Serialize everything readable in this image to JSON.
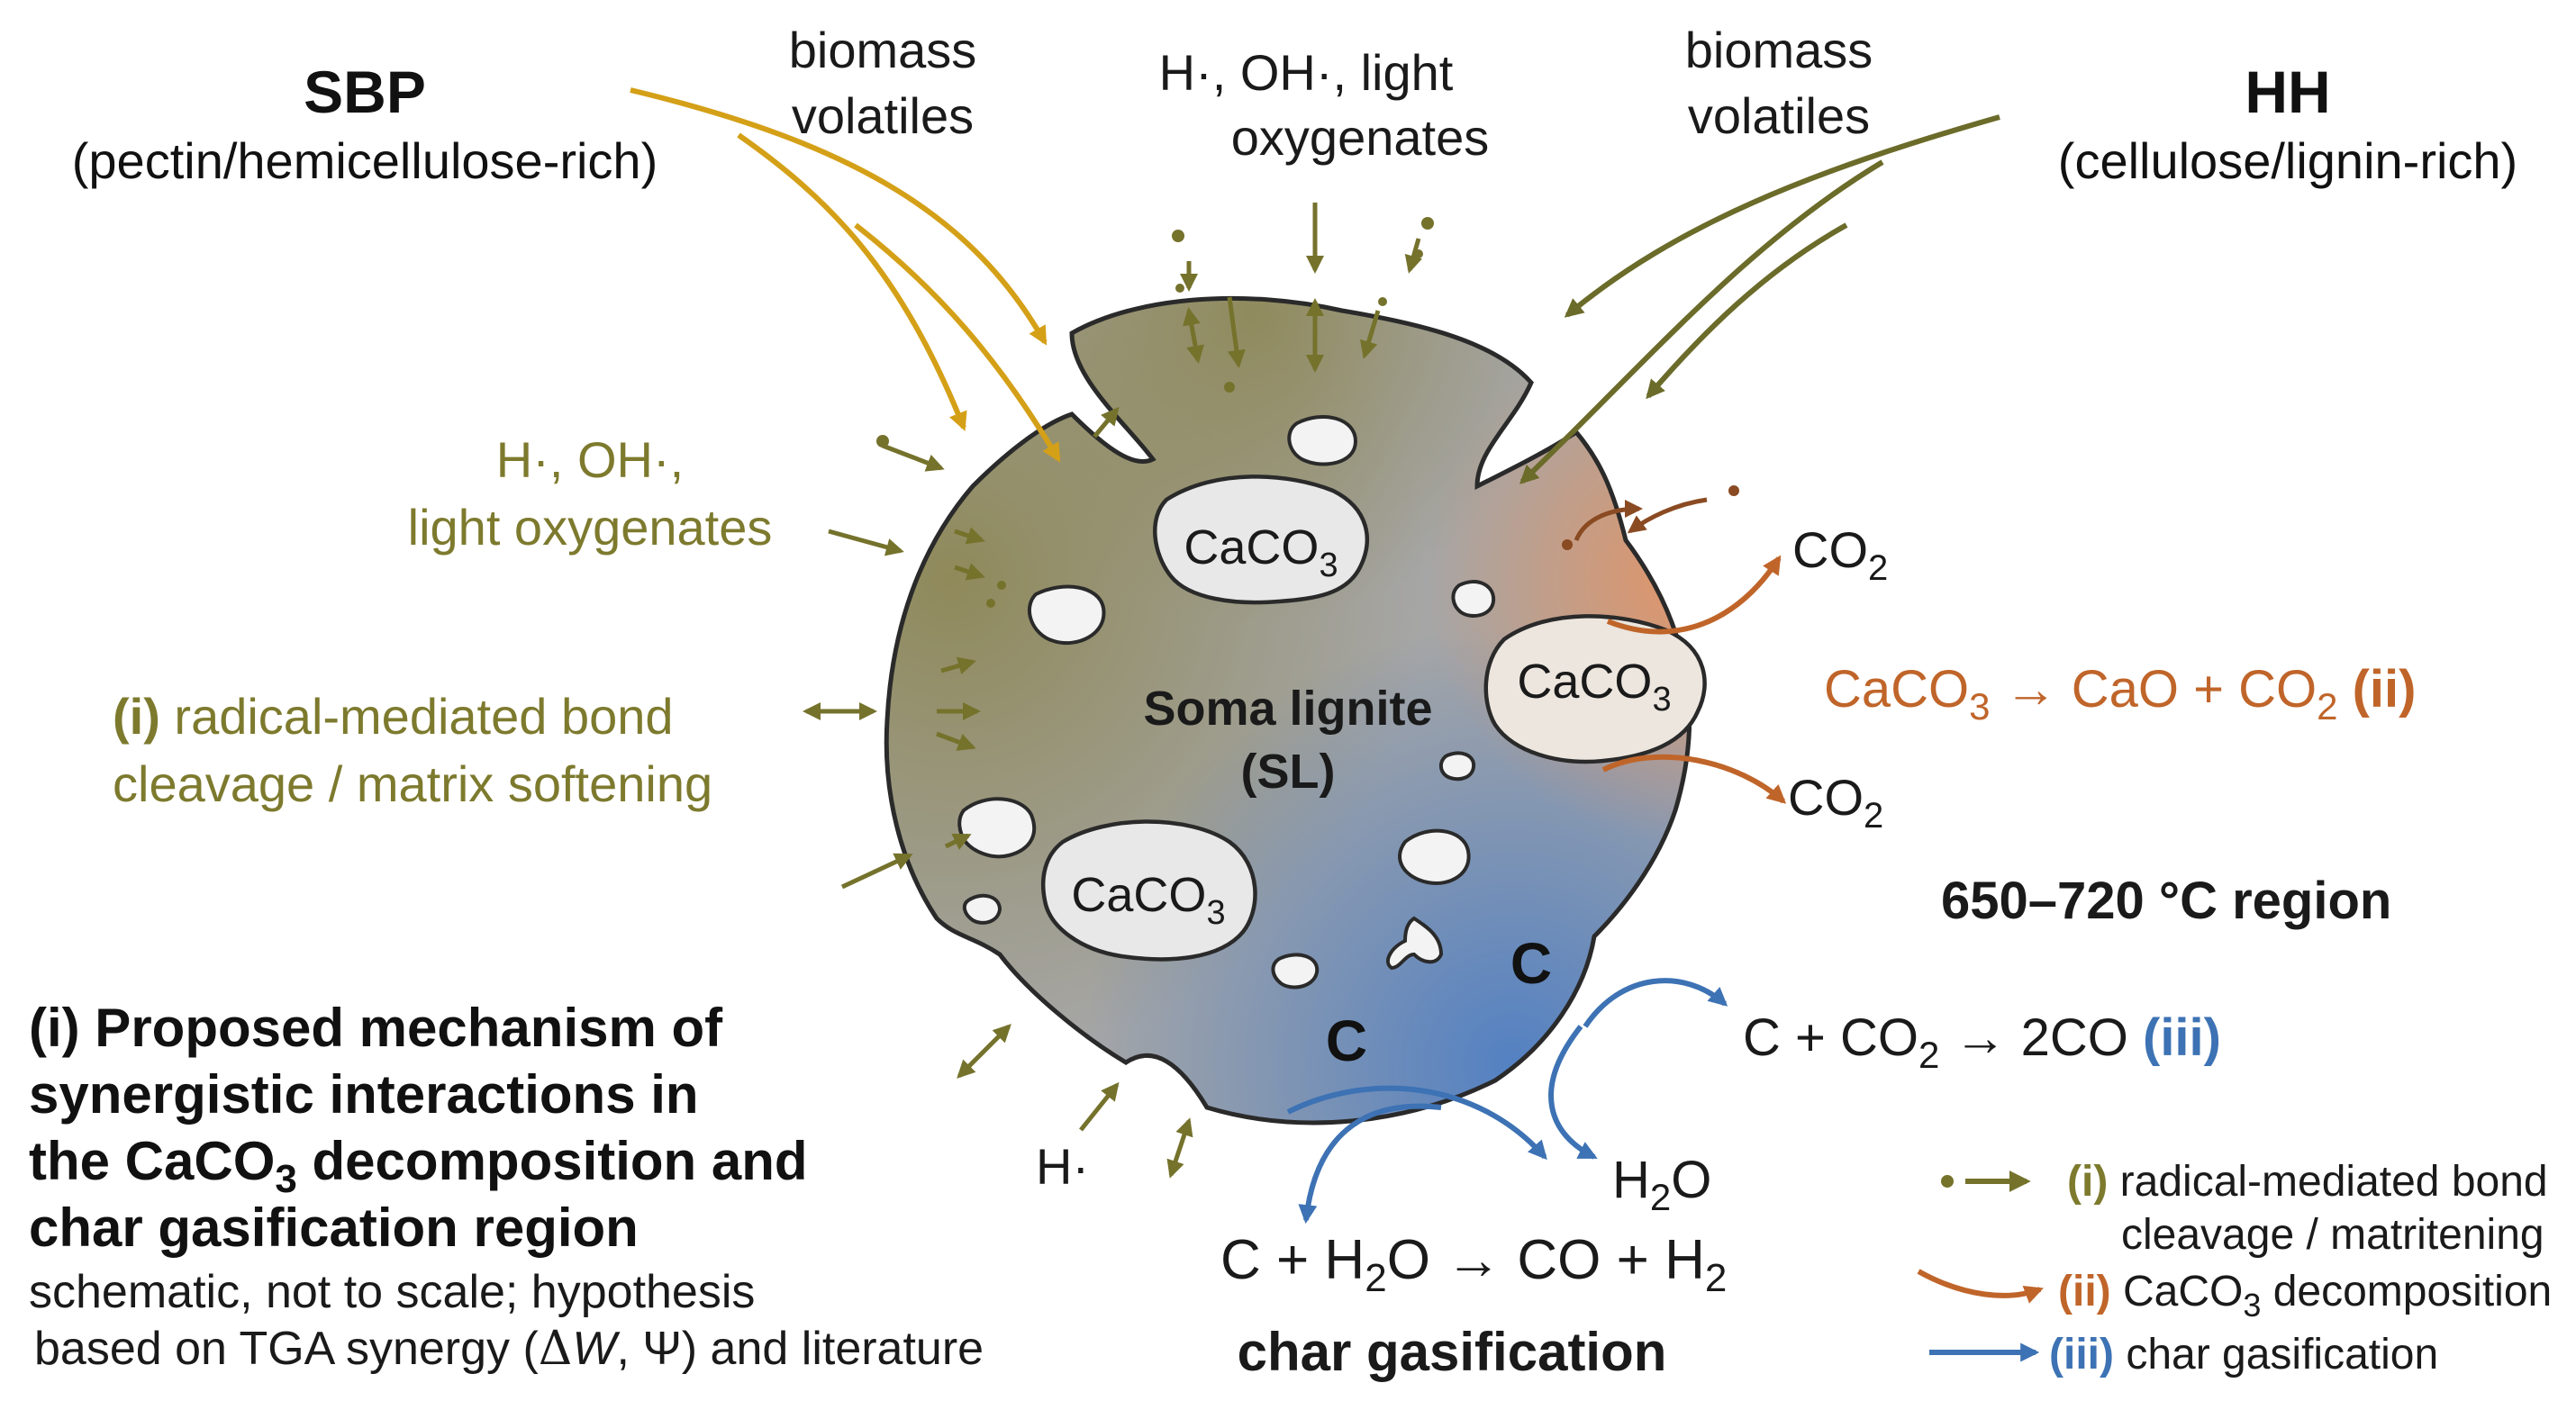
{
  "labels": {
    "sbp_title": "SBP",
    "sbp_subtitle": "(pectin/hemicellulose-rich)",
    "hh_title": "HH",
    "hh_subtitle": "(cellulose/lignin-rich)",
    "biomass_volatiles_left_l1": "biomass",
    "biomass_volatiles_left_l2": "volatiles",
    "biomass_volatiles_right_l1": "biomass",
    "biomass_volatiles_right_l2": "volatiles",
    "radicals_top_l1": "H·, OH·, light",
    "radicals_top_l2": "oxygenates",
    "radicals_left_l1": "H·, OH·,",
    "radicals_left_l2": "light oxygenates",
    "mechanism_i_tag": "(i)",
    "mechanism_i_l1": " radical-mediated bond",
    "mechanism_i_l2": "cleavage / matrix softening",
    "particle_name_l1": "Soma lignite",
    "particle_name_l2": "(SL)",
    "caco3_base": "CaCO",
    "caco3_sub": "3",
    "carbon": "C",
    "co2_base": "CO",
    "co2_sub": "2",
    "h_radical_bottom": "H·",
    "region_label": "650–720 °C region"
  },
  "reactions": {
    "calcination": {
      "lhs": "CaCO",
      "lhs_sub": "3",
      "arrow": "→",
      "rhs_a": "CaO + CO",
      "rhs_sub": "2",
      "tag": "(ii)"
    },
    "boudouard": {
      "lhs": "C + CO",
      "lhs_sub": "2",
      "arrow": "→",
      "rhs": "2CO",
      "tag": "(iii)"
    },
    "water_gas": {
      "lhs_a": "C + H",
      "lhs_sub": "2",
      "lhs_b": "O",
      "arrow": "→",
      "rhs_a": "CO + H",
      "rhs_sub": "2"
    },
    "h2o_base": "H",
    "h2o_sub": "2",
    "h2o_tail": "O",
    "char_gasification": "char gasification"
  },
  "caption": {
    "title_l1": "(i) Proposed mechanism of",
    "title_l2": "synergistic interactions in",
    "title_l3a": "the CaCO",
    "title_l3_sub": "3",
    "title_l3b": " decomposition and",
    "title_l4": "char gasification region",
    "note_l1": "schematic, not to scale; hypothesis",
    "note_l2a": "based on TGA synergy (",
    "note_delta": "Δ",
    "note_w": "W",
    "note_l2b": ", Ψ) and literature"
  },
  "legend": {
    "i_tag": "(i)",
    "i_l1": " radical-mediated bond",
    "i_l2": "cleavage / matritening",
    "ii_tag": "(ii)",
    "ii_a": " CaCO",
    "ii_sub": "3",
    "ii_b": " decomposition",
    "iii_tag": "(iii)",
    "iii_text": " char gasification"
  },
  "colors": {
    "sbp_arrow": "#d4a017",
    "hh_arrow": "#6b6b2a",
    "radical": "#7a7a2a",
    "radical_text": "#7d7a2e",
    "decomposition": "#c0652a",
    "gasification": "#3d72b4",
    "particle_gray": "#a4a4a4",
    "particle_olive": "#9a9266",
    "particle_blue": "#6b8fc7",
    "particle_orange": "#d9956a",
    "pore_fill": "#f2f2f2",
    "caco3_fill": "#e6e6e6",
    "outline": "#2a2a2a"
  },
  "icons": [
    "dot-arrow-icon",
    "curved-arrow-icon",
    "double-headed-arrow-icon"
  ]
}
